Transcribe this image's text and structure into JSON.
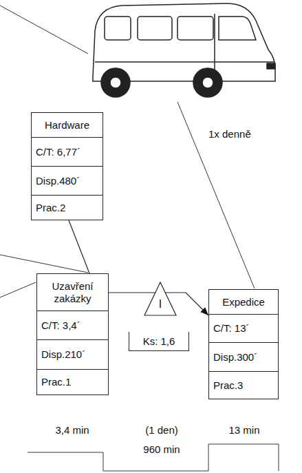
{
  "diagram": {
    "nodes": [
      {
        "text": [
          "Hardware",
          "C/T: 6,77´",
          "Disp.480´",
          "Prac.2"
        ]
      },
      {
        "text": [
          "Uzavření zakázky",
          "C/T: 3,4´",
          "Disp.210´",
          "Prac.1"
        ]
      },
      {
        "text": [
          "I"
        ]
      },
      {
        "text": [
          "Ks: 1,6"
        ]
      },
      {
        "text": [
          "Expedice",
          "C/T: 13´",
          "Disp.300´",
          "Prac.3"
        ]
      }
    ],
    "edges": [
      {
        "from": 0,
        "to": 1,
        "arrow": "none"
      },
      {
        "from": 1,
        "to": 4,
        "arrow": "to"
      }
    ],
    "labels": [
      "1x denně",
      "3,4 min",
      "(1 den)",
      "960 min",
      "13 min"
    ]
  }
}
